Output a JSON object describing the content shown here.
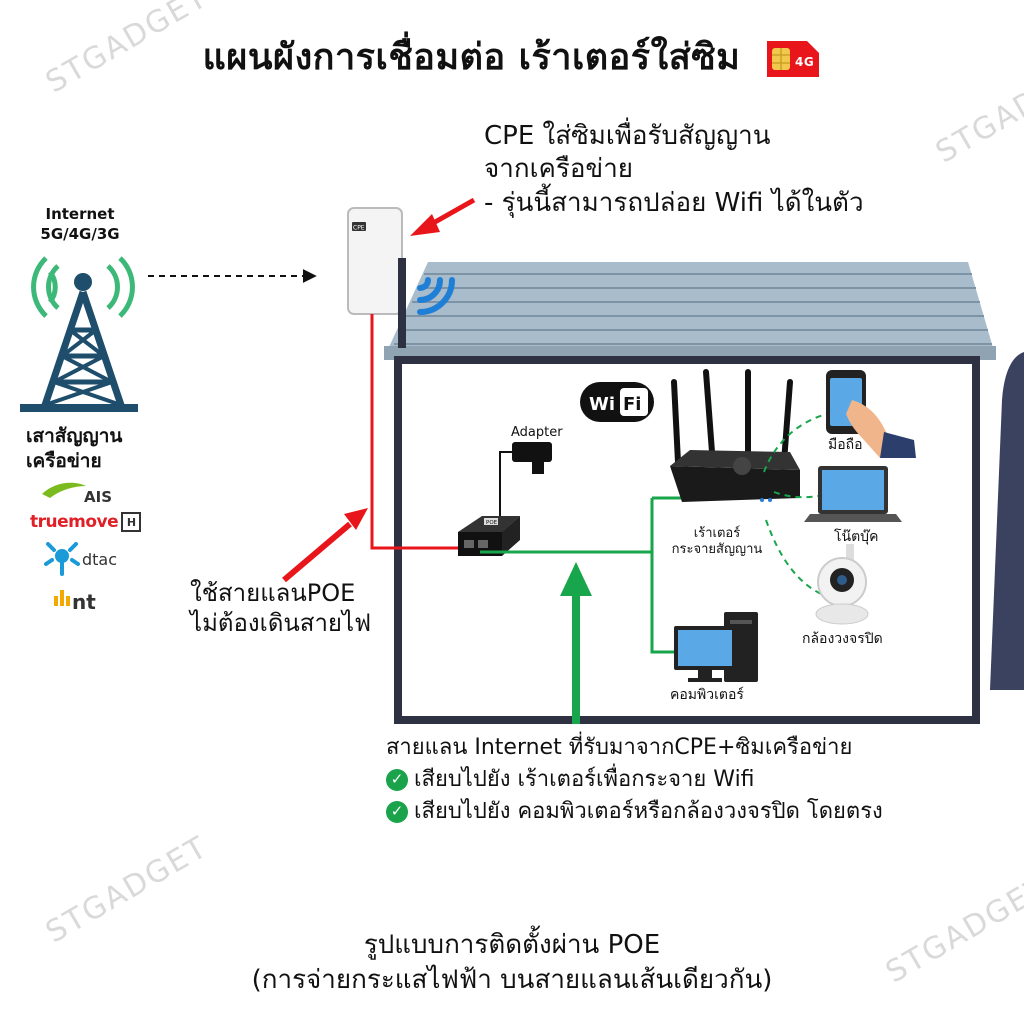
{
  "title": "แผนผังการเชื่อมต่อ เร้าเตอร์ใส่ซิม",
  "sim_badge": "4G",
  "watermark": "STGADGET",
  "tower": {
    "line1": "Internet",
    "line2": "5G/4G/3G",
    "caption1": "เสาสัญญาน",
    "caption2": "เครือข่าย"
  },
  "carriers": {
    "ais": "AIS",
    "truemove_a": "true",
    "truemove_b": "move",
    "truemove_h": "H",
    "dtac": "dtac",
    "nt": "nt"
  },
  "cpe_callout": {
    "line1": "CPE ใส่ซิมเพื่อรับสัญญาน",
    "line2": "จากเครือข่าย",
    "line3": "- รุ่นนี้สามารถปล่อย Wifi ได้ในตัว"
  },
  "cpe_device_badge": "CPE",
  "wifi_badge": {
    "a": "Wi",
    "b": "Fi"
  },
  "adapter_label": "Adapter",
  "poe_badge": "POE",
  "poe_callout": {
    "line1": "ใช้สายแลนPOE",
    "line2": "ไม่ต้องเดินสายไฟ"
  },
  "router_label": {
    "line1": "เร้าเตอร์",
    "line2": "กระจายสัญญาน"
  },
  "devices": {
    "phone": "มือถือ",
    "laptop": "โน๊ตบุ๊ค",
    "camera": "กล้องวงจรปิด",
    "computer": "คอมพิวเตอร์"
  },
  "lan_note": {
    "line1": "สายแลน Internet ที่รับมาจากCPE+ซิมเครือข่าย",
    "line2": "เสียบไปยัง เร้าเตอร์เพื่อกระจาย Wifi",
    "line3": "เสียบไปยัง คอมพิวเตอร์หรือกล้องวงจรปิด โดยตรง"
  },
  "bottom": {
    "line1": "รูปแบบการติดตั้งผ่าน POE",
    "line2": "(การจ่ายกระแสไฟฟ้า บนสายแลนเส้นเดียวกัน)"
  },
  "colors": {
    "red": "#e8161b",
    "green": "#17a64b",
    "tower": "#1e4e6b",
    "wifi_green": "#3cb878",
    "roof": "#a8bccb",
    "navy": "#3a4260",
    "ais": "#7cbb1f",
    "truemove": "#e01f26",
    "dtac": "#1a9ad6"
  }
}
